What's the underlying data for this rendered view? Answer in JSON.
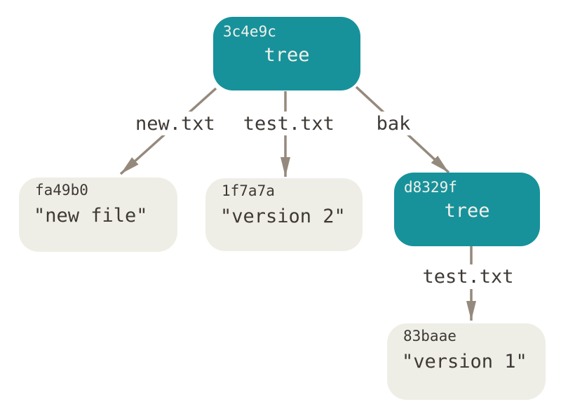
{
  "diagram": {
    "description": "Git tree and blob objects diagram",
    "colors": {
      "background": "#ffffff",
      "tree_fill": "#17929B",
      "tree_text": "#F2F0E9",
      "blob_fill": "#EFEEE6",
      "blob_text": "#3E3935",
      "label_bg": "#FFFFFF",
      "label_text": "#3E3935",
      "arrow": "#95897D"
    },
    "nodes": {
      "root_tree": {
        "hash": "3c4e9c",
        "label": "tree"
      },
      "blob_new": {
        "hash": "fa49b0",
        "label": "\"new file\""
      },
      "blob_v2": {
        "hash": "1f7a7a",
        "label": "\"version 2\""
      },
      "sub_tree": {
        "hash": "d8329f",
        "label": "tree"
      },
      "blob_v1": {
        "hash": "83baae",
        "label": "\"version 1\""
      }
    },
    "edge_labels": {
      "root_files": [
        "new.txt",
        "test.txt"
      ],
      "bak": "bak",
      "subtree_file": "test.txt"
    }
  }
}
